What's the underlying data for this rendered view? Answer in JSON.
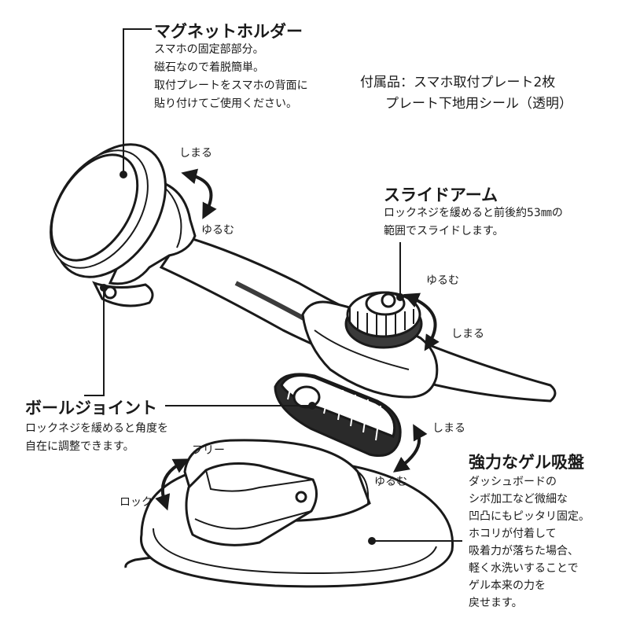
{
  "magnet_holder": {
    "title": "マグネットホルダー",
    "lines": [
      "スマホの固定部部分。",
      "磁石なので着脱簡単。",
      "取付プレートをスマホの背面に",
      "貼り付けてご使用ください。"
    ]
  },
  "accessories": {
    "line1": "付属品：スマホ取付プレート2枚",
    "line2": "プレート下地用シール（透明）"
  },
  "slide_arm": {
    "title": "スライドアーム",
    "lines": [
      "ロックネジを緩めると前後約53㎜の",
      "範囲でスライドします。"
    ]
  },
  "ball_joint": {
    "title": "ボールジョイント",
    "lines": [
      "ロックネジを緩めると角度を",
      "自在に調整できます。"
    ]
  },
  "gel_suction": {
    "title": "強力なゲル吸盤",
    "lines": [
      "ダッシュボードの",
      "シボ加工など微細な",
      "凹凸にもピッタリ固定。",
      "ホコリが付着して",
      "吸着力が落ちた場合、",
      "軽く水洗いすることで",
      "ゲル本来の力を",
      "戻せます。"
    ]
  },
  "arrows": {
    "top_tighten": "しまる",
    "top_loosen": "ゆるむ",
    "arm_loosen": "ゆるむ",
    "arm_tighten": "しまる",
    "ball_tighten": "しまる",
    "ball_loosen": "ゆるむ",
    "lever_free": "フリー",
    "lever_lock": "ロック"
  }
}
